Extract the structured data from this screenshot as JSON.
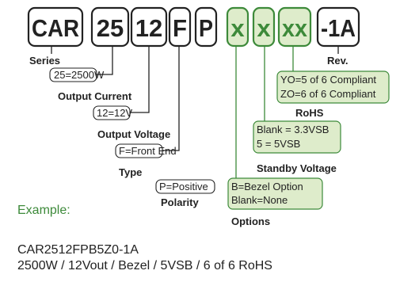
{
  "segments": [
    {
      "text": "CAR",
      "green": false
    },
    {
      "text": "25",
      "green": false
    },
    {
      "text": "12",
      "green": false
    },
    {
      "text": "F",
      "green": false
    },
    {
      "text": "P",
      "green": false
    },
    {
      "text": "x",
      "green": true
    },
    {
      "text": "x",
      "green": true
    },
    {
      "text": "xx",
      "green": true
    },
    {
      "text": "-1A",
      "green": false
    }
  ],
  "labels": {
    "series": "Series",
    "output_current": "Output Current",
    "output_voltage": "Output Voltage",
    "type": "Type",
    "polarity": "Polarity",
    "options": "Options",
    "standby_voltage": "Standby Voltage",
    "rohs": "RoHS",
    "rev": "Rev."
  },
  "boxes": {
    "output_current": [
      "25=2500W"
    ],
    "output_voltage": [
      "12=12V"
    ],
    "type": [
      "F=Front End"
    ],
    "polarity": [
      "P=Positive"
    ],
    "options": [
      "B=Bezel Option",
      "Blank=None"
    ],
    "standby_voltage": [
      "Blank = 3.3VSB",
      "5 = 5VSB"
    ],
    "rohs": [
      "YO=5 of 6 Compliant",
      "ZO=6 of 6 Compliant"
    ]
  },
  "example": {
    "label": "Example:",
    "part_number": "CAR2512FPB5Z0-1A",
    "description": "2500W / 12Vout / Bezel / 5VSB / 6 of 6 RoHS"
  },
  "colors": {
    "green": "#3d8a3a",
    "green_fill": "#deeccb",
    "ink": "#222222"
  }
}
